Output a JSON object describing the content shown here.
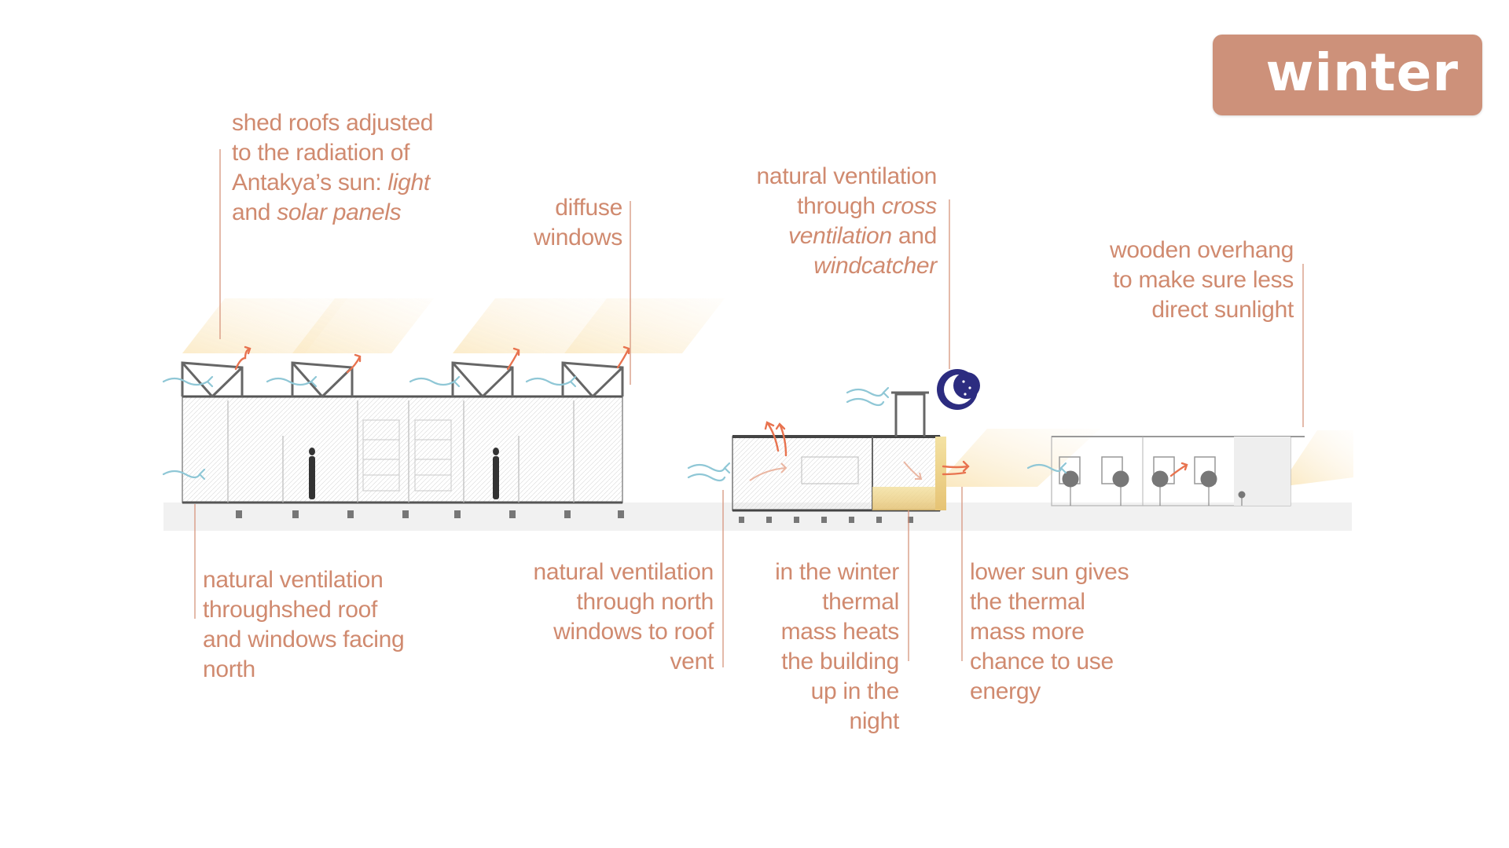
{
  "season_badge": "winter",
  "annotations": {
    "shed_roofs": {
      "line1": "shed roofs adjusted",
      "line2": "to the radiation of",
      "line3_a": "Antakya’s sun: ",
      "line3_b": "light",
      "line4_a": "and ",
      "line4_b": "solar panels"
    },
    "diffuse_windows": [
      "diffuse",
      "windows"
    ],
    "cross_ventilation": {
      "line1": "natural ventilation",
      "line2_a": "through ",
      "line2_b": "cross",
      "line3_a": "ventilation",
      "line3_b": " and",
      "line4": "windcatcher"
    },
    "wooden_overhang": [
      "wooden overhang",
      "to make sure less",
      "direct sunlight"
    ],
    "shed_roof_ventilation": [
      "natural ventilation",
      "throughshed roof",
      "and windows facing",
      "north"
    ],
    "north_windows": [
      "natural ventilation",
      "through north",
      "windows to roof",
      "vent"
    ],
    "thermal_mass_night": [
      "in the winter",
      "thermal",
      "mass heats",
      "the building",
      "up in the",
      "night"
    ],
    "lower_sun": [
      "lower sun gives",
      "the thermal",
      "mass more",
      "chance to use",
      "energy"
    ]
  },
  "colors": {
    "accent": "#cd917a",
    "text": "#d08a6f",
    "leader_line": "#d6957d",
    "warm_air": "#e8734f",
    "cool_air": "#8fc7d6",
    "sun_beam": "#f7dca0",
    "moon": "#2c2c80",
    "building_line": "#8a8a8a"
  },
  "icons": {
    "moon": "moon-stars-icon",
    "warm_arrow": "warm-air-arrow-icon",
    "cool_arrow": "cool-air-arrow-icon"
  }
}
